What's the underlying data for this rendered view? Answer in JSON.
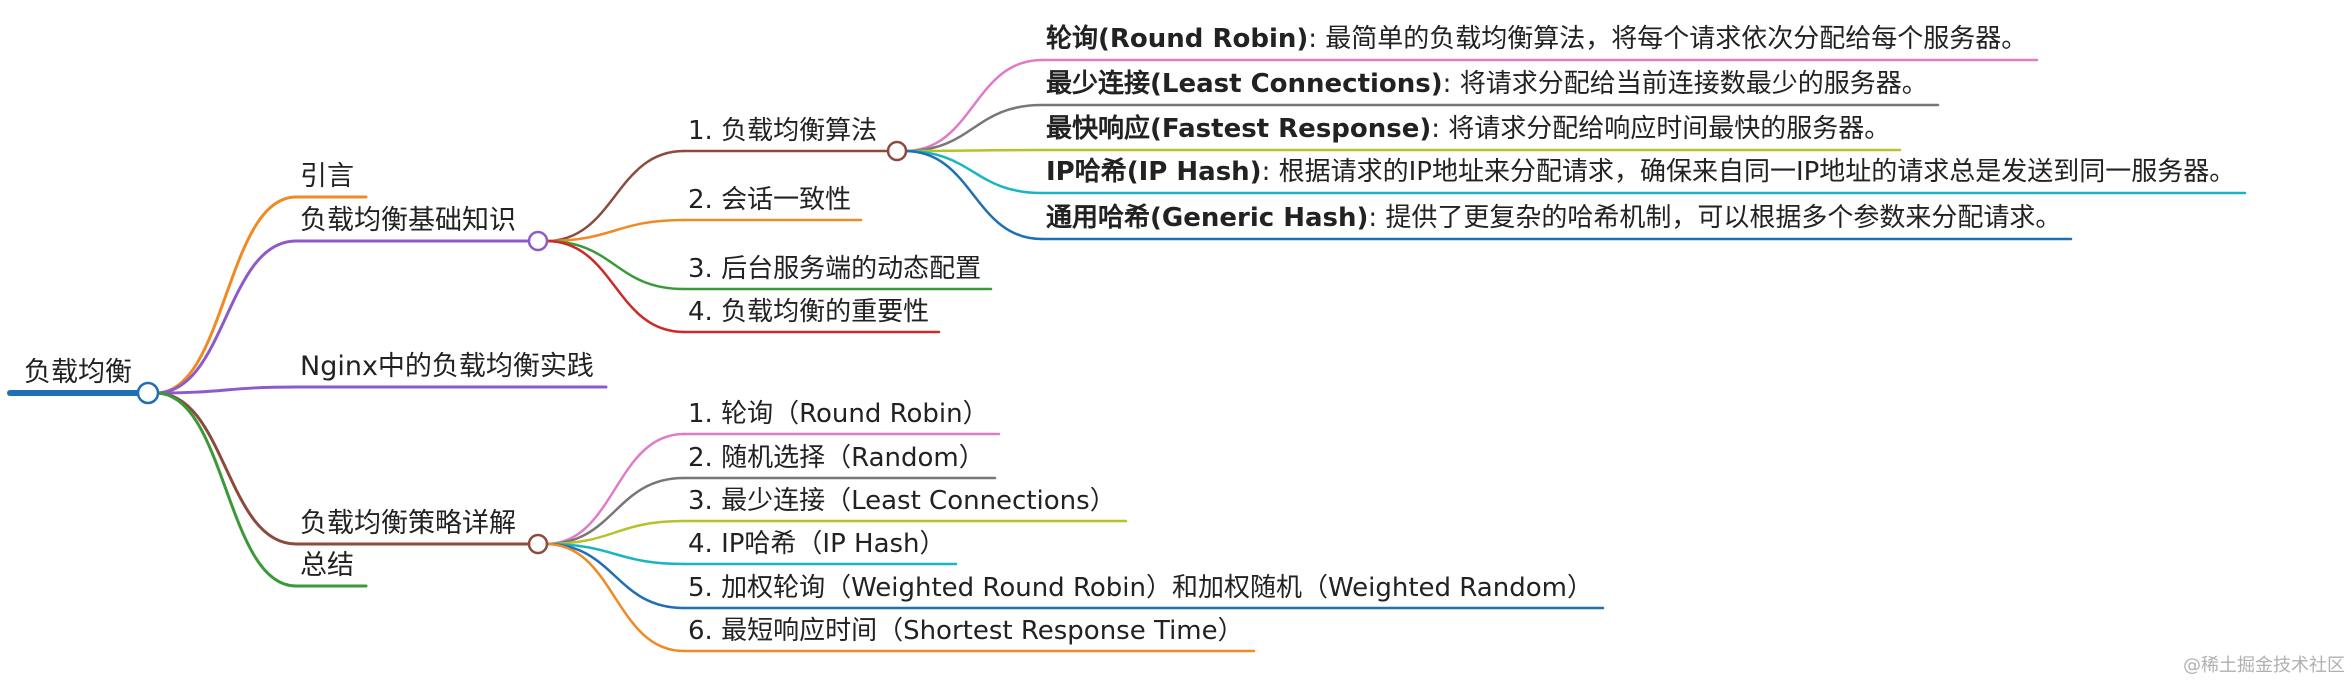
{
  "root": {
    "label": "负载均衡",
    "color": "#1f6fb5"
  },
  "level1": [
    {
      "id": "intro",
      "label": "引言",
      "color": "#f08a24"
    },
    {
      "id": "basics",
      "label": "负载均衡基础知识",
      "color": "#8e5ac9"
    },
    {
      "id": "nginx",
      "label": "Nginx中的负载均衡实践",
      "color": "#8e5ac9"
    },
    {
      "id": "strategies",
      "label": "负载均衡策略详解",
      "color": "#8b4a3c"
    },
    {
      "id": "summary",
      "label": "总结",
      "color": "#3a9a3a"
    }
  ],
  "basics_children": [
    {
      "label": "1. 负载均衡算法",
      "color": "#8b4a3c"
    },
    {
      "label": "2. 会话一致性",
      "color": "#f08a24"
    },
    {
      "label": "3. 后台服务端的动态配置",
      "color": "#3a9a3a"
    },
    {
      "label": "4. 负载均衡的重要性",
      "color": "#cc2a2a"
    }
  ],
  "algorithm_children": [
    {
      "title": "轮询(Round Robin)",
      "desc": ": 最简单的负载均衡算法，将每个请求依次分配给每个服务器。",
      "color": "#e07bc8"
    },
    {
      "title": "最少连接(Least Connections)",
      "desc": ": 将请求分配给当前连接数最少的服务器。",
      "color": "#777777"
    },
    {
      "title": "最快响应(Fastest Response)",
      "desc": ": 将请求分配给响应时间最快的服务器。",
      "color": "#b7c22a"
    },
    {
      "title": "IP哈希(IP Hash)",
      "desc": ": 根据请求的IP地址来分配请求，确保来自同一IP地址的请求总是发送到同一服务器。",
      "color": "#1ab5c3"
    },
    {
      "title": "通用哈希(Generic Hash)",
      "desc": ": 提供了更复杂的哈希机制，可以根据多个参数来分配请求。",
      "color": "#1f6fb5"
    }
  ],
  "strategy_children": [
    {
      "label": "1. 轮询（Round Robin）",
      "color": "#e07bc8"
    },
    {
      "label": "2. 随机选择（Random）",
      "color": "#777777"
    },
    {
      "label": "3. 最少连接（Least Connections）",
      "color": "#b7c22a"
    },
    {
      "label": "4. IP哈希（IP Hash）",
      "color": "#1ab5c3"
    },
    {
      "label": "5. 加权轮询（Weighted Round Robin）和加权随机（Weighted Random）",
      "color": "#1f6fb5"
    },
    {
      "label": "6. 最短响应时间（Shortest Response Time）",
      "color": "#f08a24"
    }
  ],
  "watermark": "@稀土掘金技术社区"
}
